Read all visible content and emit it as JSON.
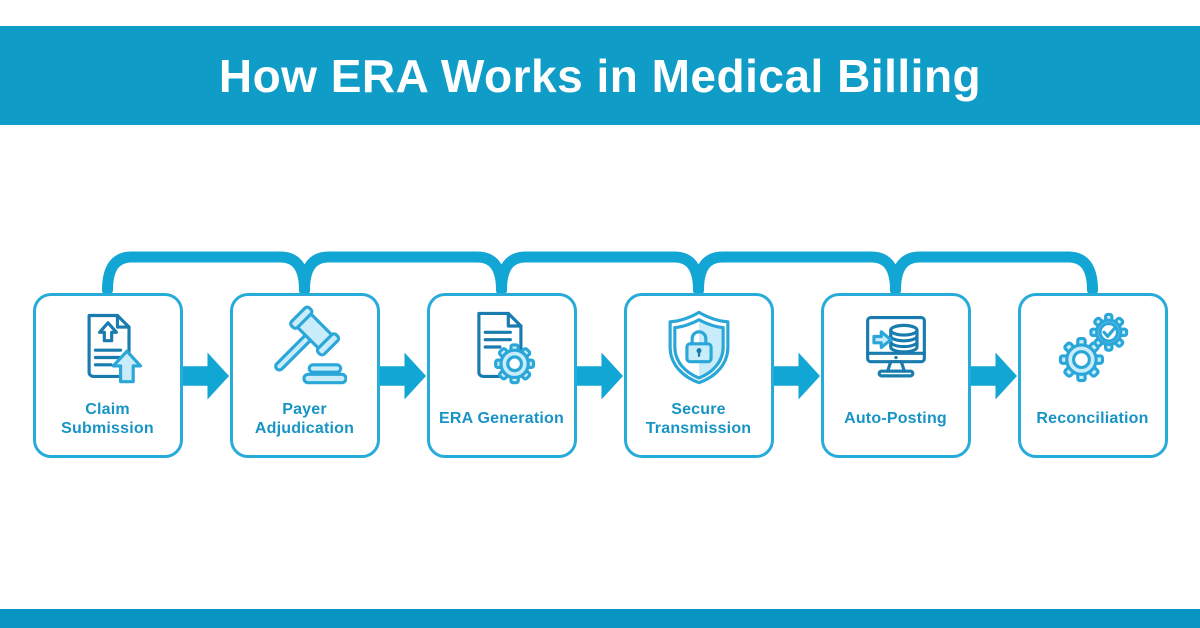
{
  "theme": {
    "banner_bg": "#0F9CC7",
    "footer_bg": "#0894C1",
    "accent": "#12A6D4",
    "box_border": "#27ABD8",
    "label_color": "#1894C4",
    "icon_dark": "#1A7CAE",
    "icon_medium": "#2AA7D8",
    "icon_light": "#C8ECFA",
    "page_bg": "#FFFFFF",
    "title_color": "#FFFFFF"
  },
  "header": {
    "title": "How ERA Works in Medical Billing"
  },
  "steps": [
    {
      "label": "Claim Submission",
      "icon": "document-upload-icon"
    },
    {
      "label": "Payer Adjudication",
      "icon": "gavel-icon"
    },
    {
      "label": "ERA Generation",
      "icon": "document-gear-icon"
    },
    {
      "label": "Secure Transmission",
      "icon": "shield-lock-icon"
    },
    {
      "label": "Auto-Posting",
      "icon": "monitor-database-icon"
    },
    {
      "label": "Reconciliation",
      "icon": "gears-check-icon"
    }
  ]
}
